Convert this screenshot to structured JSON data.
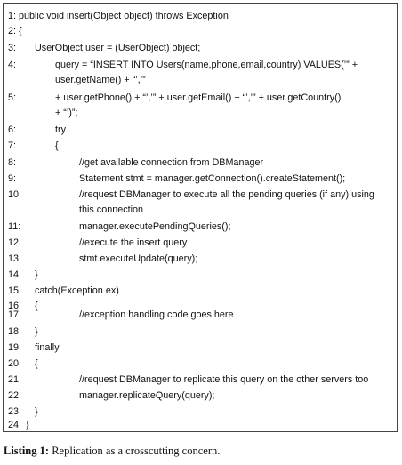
{
  "listing": {
    "lines": [
      {
        "num": "1:",
        "text": "public void insert(Object object) throws Exception"
      },
      {
        "num": "2:",
        "text": "{"
      },
      {
        "num": "3:",
        "text": "UserObject user = (UserObject) object;"
      },
      {
        "num": "4:",
        "text": "query = “INSERT INTO Users(name,phone,email,country) VALUES(’” +"
      },
      {
        "num": "",
        "text": "user.getName() + “’,’”"
      },
      {
        "num": "5:",
        "text": "+  user.getPhone() + “’,’” + user.getEmail() + “’,’” + user.getCountry()"
      },
      {
        "num": "",
        "text": "+ “’)”;"
      },
      {
        "num": "6:",
        "text": "try"
      },
      {
        "num": "7:",
        "text": "{"
      },
      {
        "num": "8:",
        "text": "//get available connection from DBManager"
      },
      {
        "num": "9:",
        "text": "Statement stmt = manager.getConnection().createStatement();"
      },
      {
        "num": "10:",
        "text": "//request DBManager to execute all the pending queries (if any) using"
      },
      {
        "num": "",
        "text": "this connection"
      },
      {
        "num": "11:",
        "text": "manager.executePendingQueries();"
      },
      {
        "num": "12:",
        "text": "//execute the insert query"
      },
      {
        "num": "13:",
        "text": "stmt.executeUpdate(query);"
      },
      {
        "num": "14:",
        "text": "}"
      },
      {
        "num": "15:",
        "text": "catch(Exception ex)"
      },
      {
        "num": "16:",
        "text": "{"
      },
      {
        "num": "17:",
        "text": "//exception handling code goes here"
      },
      {
        "num": "18:",
        "text": "}"
      },
      {
        "num": "19:",
        "text": "finally"
      },
      {
        "num": "20:",
        "text": "{"
      },
      {
        "num": "21:",
        "text": "//request DBManager to replicate this query on the other servers too"
      },
      {
        "num": "22:",
        "text": "manager.replicateQuery(query);"
      },
      {
        "num": "23:",
        "text": "}"
      },
      {
        "num": "24:",
        "text": "}"
      }
    ]
  },
  "caption": {
    "label": "Listing 1:",
    "text": "Replication as a crosscutting concern."
  }
}
